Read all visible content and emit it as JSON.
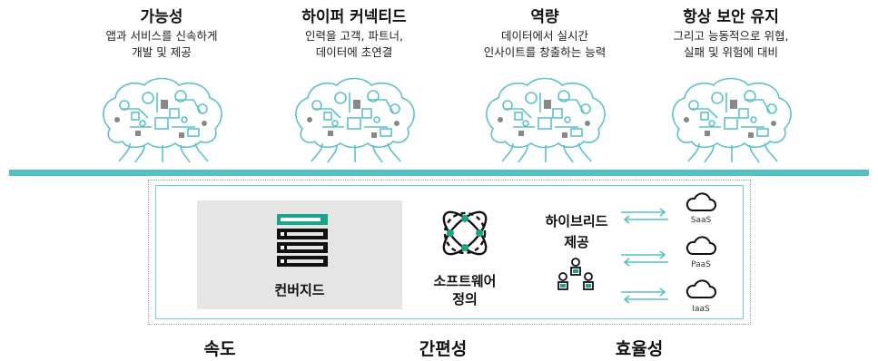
{
  "columns": [
    {
      "title": "가능성",
      "line1": "앱과 서비스를 신속하게",
      "line2": "개발 및 제공"
    },
    {
      "title": "하이퍼 커넥티드",
      "line1": "인력을 고객, 파트너,",
      "line2": "데이터에 초연결"
    },
    {
      "title": "역량",
      "line1": "데이터에서 실시간",
      "line2": "인사이트를 창출하는 능력"
    },
    {
      "title": "항상 보안 유지",
      "line1": "그리고 능동적으로 위협,",
      "line2": "실패 및 위험에 대비"
    }
  ],
  "box": {
    "converged_label": "컨버지드",
    "software_line1": "소프트웨어",
    "software_line2": "정의",
    "hybrid_line1": "하이브리드",
    "hybrid_line2": "제공",
    "clouds": [
      "SaaS",
      "PaaS",
      "IaaS"
    ]
  },
  "footer": [
    "속도",
    "간편성",
    "효율성"
  ],
  "colors": {
    "accent": "#53c1c4",
    "server_green": "#1aa58a",
    "brain_line": "#5bc3c8"
  }
}
